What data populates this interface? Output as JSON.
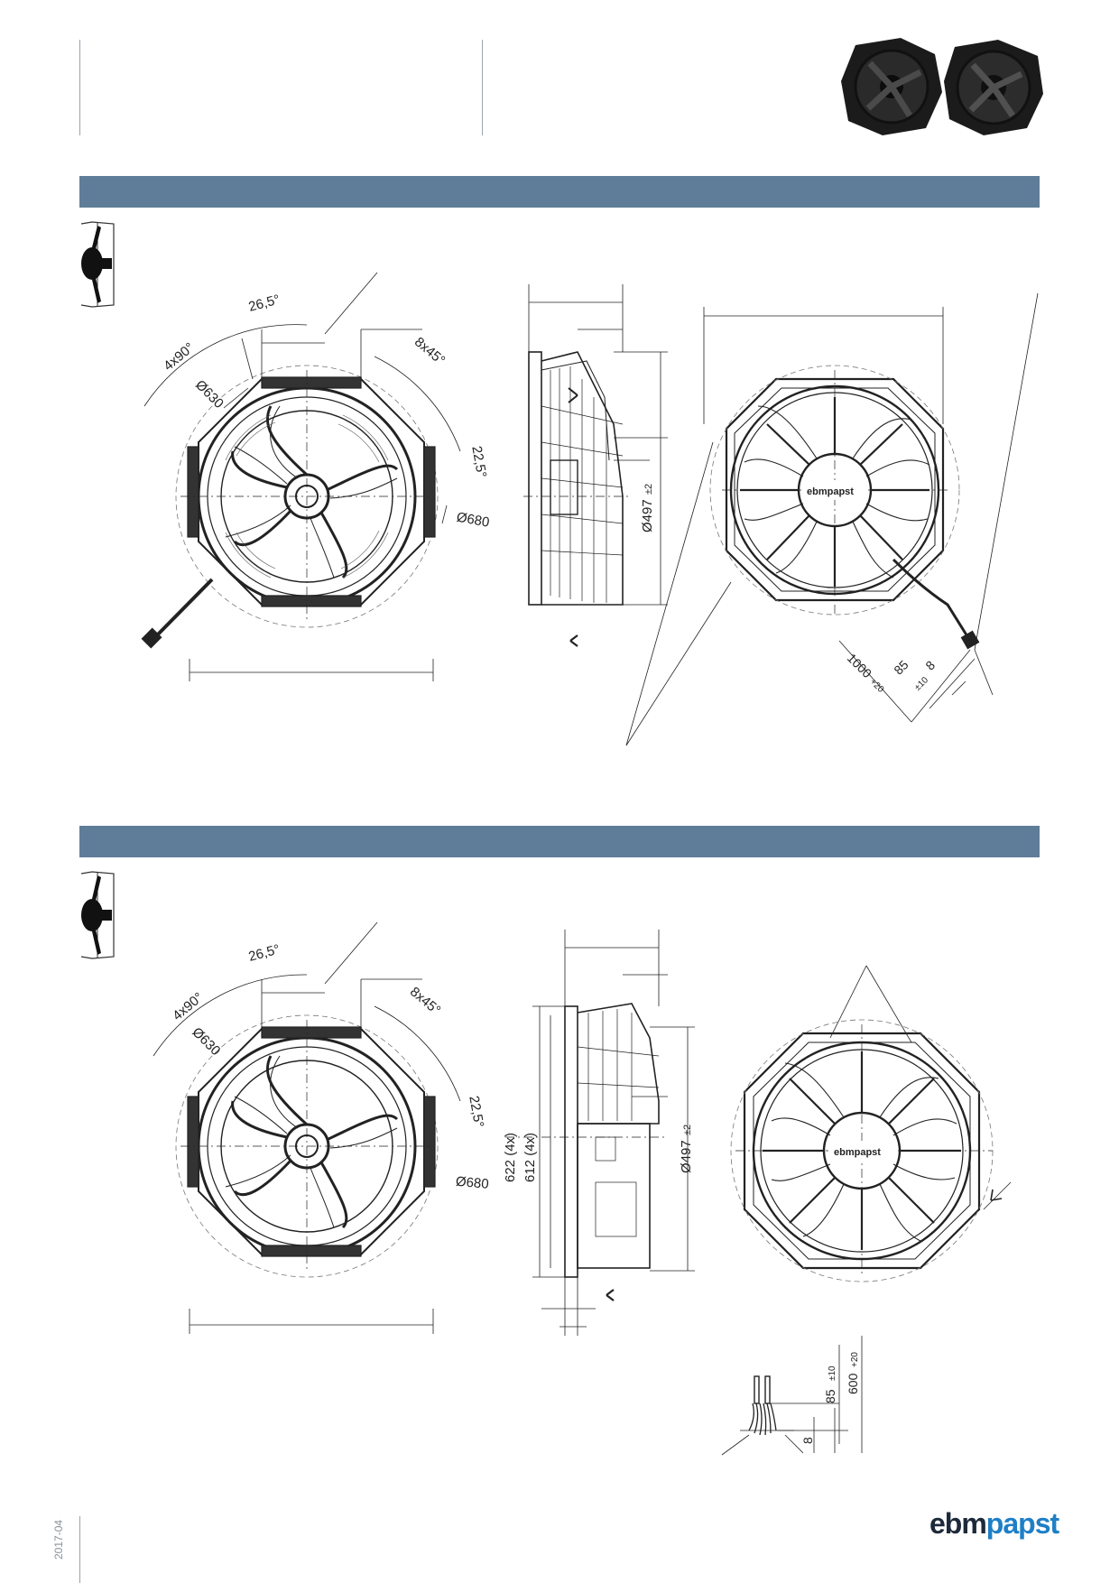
{
  "header": {
    "product_photo": "two-axial-fans-photo"
  },
  "section1": {
    "icon": "axial-fan-mount-icon",
    "front_view": {
      "angle_top": "26,5°",
      "angle_left": "4x90°",
      "angle_right": "8x45°",
      "angle_small": "22,5°",
      "diameter_inner": "Ø630",
      "diameter_outer": "Ø680"
    },
    "side_view": {
      "diameter_hub": "Ø497",
      "tolerance": "±2"
    },
    "rear_view": {
      "brand_label": "ebmpapst",
      "cable_length": "1000",
      "cable_tol": "+20",
      "strip_length": "85",
      "strip_tol": "±10",
      "end_length": "8"
    }
  },
  "section2": {
    "icon": "axial-fan-mount-icon",
    "front_view": {
      "angle_top": "26,5°",
      "angle_left": "4x90°",
      "angle_right": "8x45°",
      "angle_small": "22,5°",
      "diameter_inner": "Ø630",
      "diameter_outer": "Ø680"
    },
    "side_view": {
      "height_outer": "622 (4x)",
      "height_inner": "612 (4x)",
      "diameter_hub": "Ø497",
      "tolerance": "±2"
    },
    "rear_view": {
      "brand_label": "ebmpapst"
    },
    "cable_detail": {
      "strip_length": "85",
      "strip_tol": "±10",
      "cable_length": "600",
      "cable_tol": "+20",
      "end_length": "8"
    }
  },
  "footer": {
    "date": "2017-04",
    "brand_part1": "ebm",
    "brand_part2": "papst"
  }
}
